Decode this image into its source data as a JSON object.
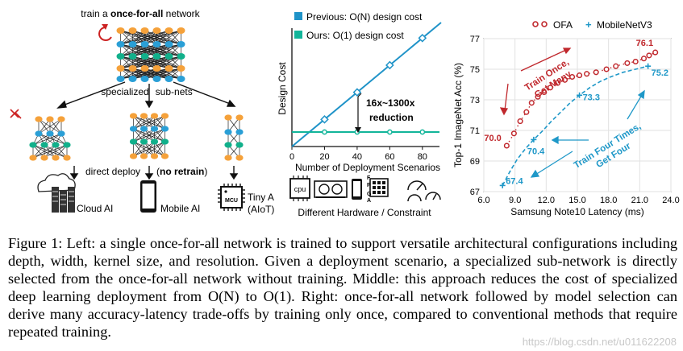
{
  "left": {
    "title_prefix": "train a ",
    "title_bold": "once-for-all",
    "title_suffix": " network",
    "subnets_label_1": "specialized",
    "subnets_label_2": "sub-nets",
    "deploy_prefix": "direct deploy",
    "deploy_open": "(",
    "deploy_bold": "no retrain",
    "deploy_close": ")",
    "targets": [
      "Cloud AI",
      "Mobile AI",
      "Tiny AI"
    ],
    "tiny_sub": "(AIoT)",
    "mcu_label": "MCU",
    "colors": {
      "orange": "#f5a13a",
      "blue": "#2a9fd6",
      "teal": "#11b08b",
      "red": "#cc2222"
    }
  },
  "middle": {
    "legend": [
      "Previous: O(N) design cost",
      "Ours: O(1) design cost"
    ],
    "ylabel": "Design Cost",
    "xlabel": "Number of Deployment Scenarios",
    "xticks": [
      "0",
      "20",
      "40",
      "60",
      "80"
    ],
    "annotation": [
      "16x~1300x",
      "reduction"
    ],
    "hardware_label": "Different Hardware / Constraint",
    "cpu_label": "cpu",
    "chip_letters": [
      "F",
      "P",
      "G",
      "A"
    ],
    "colors": {
      "previous": "#1f93c8",
      "ours": "#12b59a"
    }
  },
  "chart_data": {
    "type": "scatter",
    "xlabel": "Samsung Note10 Latency (ms)",
    "ylabel": "Top-1 ImageNet Acc (%)",
    "xlim": [
      6,
      24
    ],
    "ylim": [
      67,
      77
    ],
    "xticks": [
      6,
      9,
      12,
      15,
      18,
      21,
      24
    ],
    "yticks": [
      67,
      69,
      71,
      73,
      75,
      77
    ],
    "legend": "top",
    "series": [
      {
        "name": "OFA",
        "marker": "circle",
        "color": "#c0282d",
        "x": [
          8.2,
          8.9,
          9.5,
          10.1,
          10.6,
          11.2,
          11.8,
          12.4,
          13.1,
          13.8,
          14.5,
          15.2,
          15.9,
          16.8,
          17.8,
          18.7,
          19.8,
          20.6,
          21.4,
          21.9,
          22.5
        ],
        "y": [
          70.0,
          70.8,
          71.6,
          72.2,
          72.8,
          73.2,
          73.5,
          73.8,
          74.1,
          74.3,
          74.5,
          74.6,
          74.7,
          74.8,
          75.0,
          75.2,
          75.4,
          75.5,
          75.7,
          75.9,
          76.1
        ]
      },
      {
        "name": "MobileNetV3",
        "marker": "plus",
        "color": "#1f98c8",
        "x": [
          7.8,
          8.5,
          9.2,
          10.0,
          10.8,
          11.7,
          12.5,
          13.4,
          14.3,
          15.2,
          16.2,
          17.2,
          18.2,
          19.4,
          20.6,
          21.8
        ],
        "y": [
          67.4,
          68.3,
          69.1,
          69.8,
          70.4,
          71.0,
          71.6,
          72.2,
          72.8,
          73.3,
          73.8,
          74.2,
          74.5,
          74.8,
          75.0,
          75.2
        ]
      }
    ],
    "point_labels": [
      {
        "text": "76.1",
        "x": 22.5,
        "y": 76.1,
        "series": "OFA"
      },
      {
        "text": "70.0",
        "x": 8.2,
        "y": 70.0,
        "series": "OFA"
      },
      {
        "text": "75.2",
        "x": 21.8,
        "y": 75.2,
        "series": "MobileNetV3"
      },
      {
        "text": "73.3",
        "x": 15.2,
        "y": 73.3,
        "series": "MobileNetV3"
      },
      {
        "text": "70.4",
        "x": 10.8,
        "y": 70.4,
        "series": "MobileNetV3"
      },
      {
        "text": "67.4",
        "x": 7.8,
        "y": 67.4,
        "series": "MobileNetV3"
      }
    ],
    "annotations": [
      {
        "text": [
          "Train Once,",
          "Get Many"
        ],
        "color": "#c0282d"
      },
      {
        "text": [
          "Train Four Times,",
          "Get Four"
        ],
        "color": "#1f98c8"
      }
    ]
  },
  "caption": "Figure 1: Left: a single once-for-all network is trained to support versatile architectural configurations including depth, width, kernel size, and resolution. Given a deployment scenario, a specialized sub-network is directly selected from the once-for-all network without training. Middle: this approach reduces the cost of specialized deep learning deployment from O(N) to O(1). Right: once-for-all network followed by model selection can derive many accuracy-latency trade-offs by training only once, compared to conventional methods that require repeated training.",
  "watermark": "https://blog.csdn.net/u011622208"
}
